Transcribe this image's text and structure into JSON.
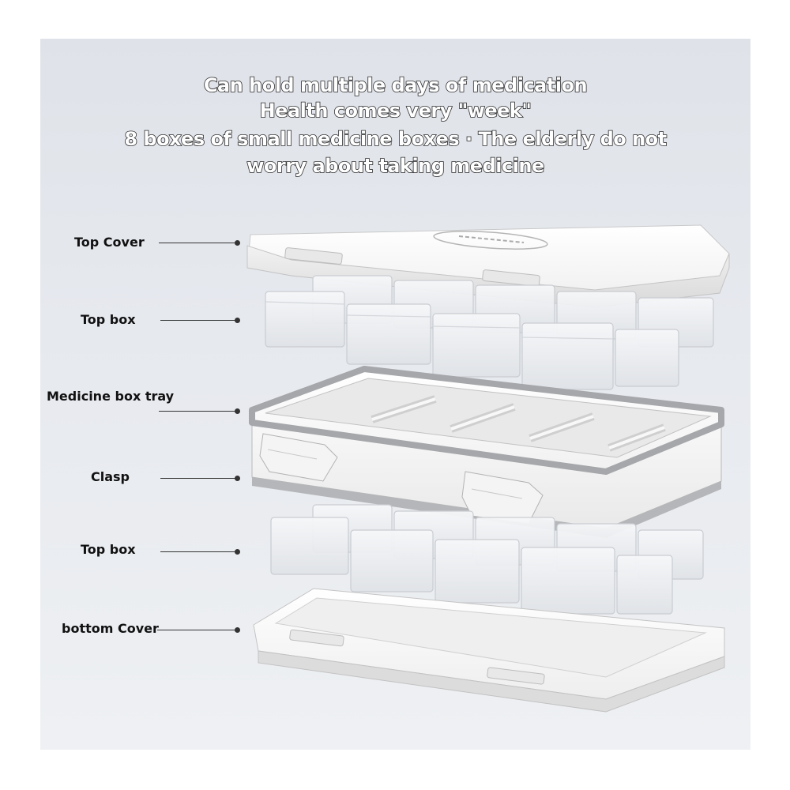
{
  "headline": [
    "Can hold multiple days of medication",
    "Health comes very \"week\"",
    "8 boxes of small medicine boxes · The elderly do not",
    "worry about taking medicine"
  ],
  "labels": {
    "top_cover": "Top Cover",
    "top_box_1": "Top box",
    "tray": "Medicine box tray",
    "clasp": "Clasp",
    "top_box_2": "Top box",
    "bottom_cover": "bottom Cover"
  },
  "colors": {
    "background": "#e3e6eb",
    "product_white": "#f7f7f7",
    "tray_rim": "#a5a7aa",
    "headline_fill": "#ffffff",
    "headline_outline": "#2a2a2a"
  }
}
